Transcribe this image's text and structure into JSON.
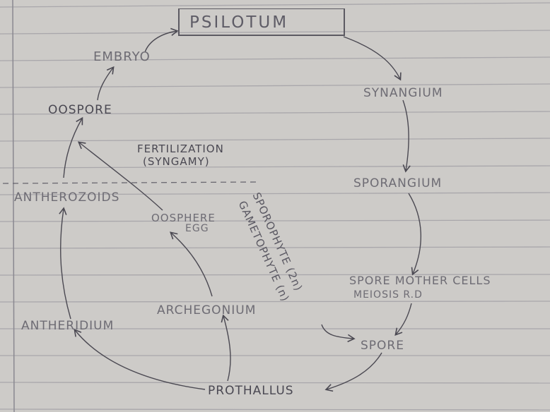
{
  "title": "PSILOTUM",
  "nodes": {
    "embryo": "EMBRYO",
    "synangium": "SYNANGIUM",
    "oospore": "OOSPORE",
    "fertilization": "FERTILIZATION",
    "syngamy": "(SYNGAMY)",
    "sporangium": "SPORANGIUM",
    "antherozoids": "ANTHEROZOIDS",
    "oosphere": "OOSPHERE",
    "egg": "EGG",
    "spore_mother_cells": "SPORE MOTHER CELLS",
    "meiosis": "MEIOSIS R.D",
    "antheridium": "ANTHERIDIUM",
    "archegonium": "ARCHEGONIUM",
    "spore": "SPORE",
    "prothallus": "PROTHALLUS"
  },
  "divider": {
    "sporophyte": "SPOROPHYTE (2n)",
    "gametophyte": "GAMETOPHYTE (n)"
  }
}
